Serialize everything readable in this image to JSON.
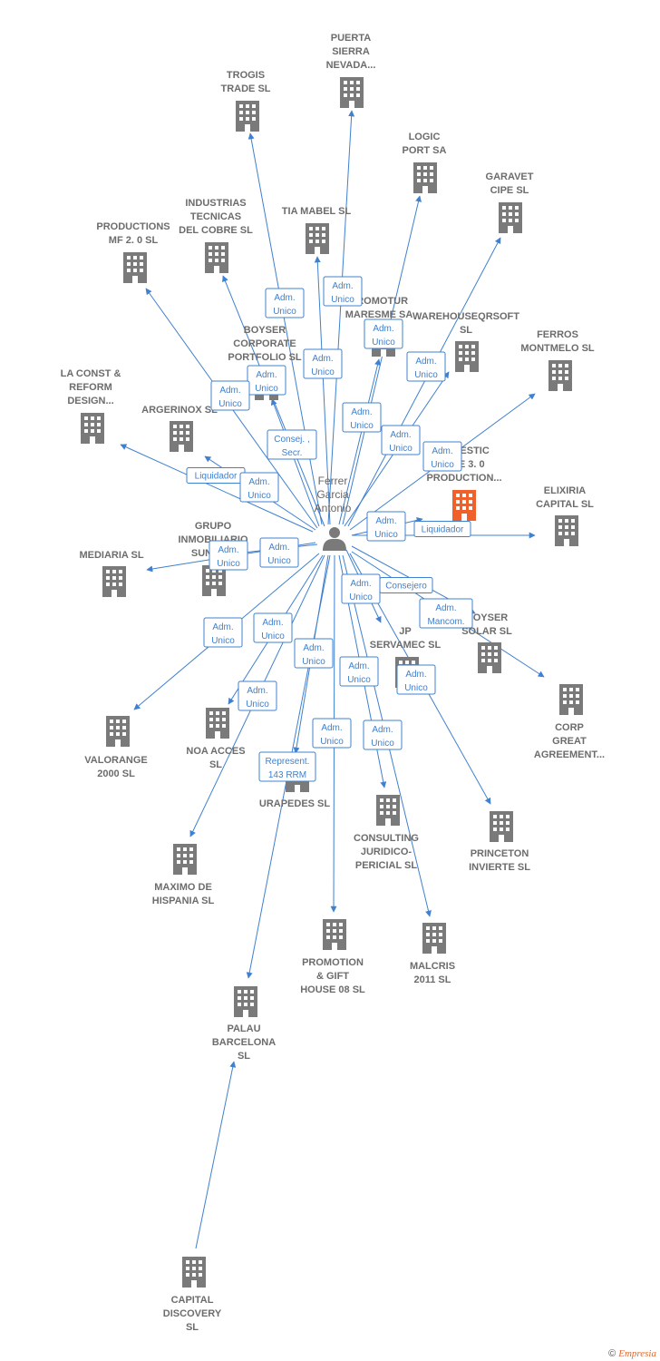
{
  "person": {
    "lines": [
      "Ferrer",
      "Garcia",
      "Antonio"
    ]
  },
  "companies": [
    {
      "id": "puerta",
      "lines": [
        "PUERTA",
        "SIERRA",
        "NEVADA..."
      ]
    },
    {
      "id": "trogis",
      "lines": [
        "TROGIS",
        "TRADE SL"
      ]
    },
    {
      "id": "logic",
      "lines": [
        "LOGIC",
        "PORT SA"
      ]
    },
    {
      "id": "garavet",
      "lines": [
        "GARAVET",
        "CIPE SL"
      ]
    },
    {
      "id": "industrias",
      "lines": [
        "INDUSTRIAS",
        "TECNICAS",
        "DEL COBRE  SL"
      ]
    },
    {
      "id": "tiamabel",
      "lines": [
        "TIA MABEL SL"
      ]
    },
    {
      "id": "productions",
      "lines": [
        "PRODUCTIONS",
        "MF 2. 0  SL"
      ]
    },
    {
      "id": "promotur",
      "lines": [
        "PROMOTUR",
        "MARESME SA"
      ]
    },
    {
      "id": "warehouse",
      "lines": [
        "WAREHOUSEQRSOFT",
        "SL"
      ]
    },
    {
      "id": "boyser_corp",
      "lines": [
        "BOYSER",
        "CORPORATE",
        "PORTFOLIO  SL"
      ]
    },
    {
      "id": "ferros",
      "lines": [
        "FERROS",
        "MONTMELO  SL"
      ]
    },
    {
      "id": "laconst",
      "lines": [
        "LA CONST &",
        "REFORM",
        "DESIGN..."
      ]
    },
    {
      "id": "argerinox",
      "lines": [
        "ARGERINOX SL"
      ]
    },
    {
      "id": "majestic",
      "lines": [
        "MAJESTIC",
        "LIFE 3. 0",
        "PRODUCTION..."
      ]
    },
    {
      "id": "elixiria",
      "lines": [
        "ELIXIRIA",
        "CAPITAL  SL"
      ]
    },
    {
      "id": "grupo",
      "lines": [
        "GRUPO",
        "INMOBILIARIO",
        "SUNGRO"
      ]
    },
    {
      "id": "mediaria",
      "lines": [
        "MEDIARIA SL"
      ]
    },
    {
      "id": "boyser_solar",
      "lines": [
        "BOYSER",
        "SOLAR  SL"
      ]
    },
    {
      "id": "jp",
      "lines": [
        "JP",
        "SERVAMEC  SL"
      ]
    },
    {
      "id": "corp",
      "lines": [
        "CORP",
        "GREAT",
        "AGREEMENT..."
      ]
    },
    {
      "id": "valorange",
      "lines": [
        "VALORANGE",
        "2000  SL"
      ]
    },
    {
      "id": "noa",
      "lines": [
        "NOA ACCES",
        "SL"
      ]
    },
    {
      "id": "urapedes",
      "lines": [
        "URAPEDES SL"
      ]
    },
    {
      "id": "consulting",
      "lines": [
        "CONSULTING",
        "JURIDICO-",
        "PERICIAL  SL"
      ]
    },
    {
      "id": "princeton",
      "lines": [
        "PRINCETON",
        "INVIERTE SL"
      ]
    },
    {
      "id": "maximo",
      "lines": [
        "MAXIMO DE",
        "HISPANIA  SL"
      ]
    },
    {
      "id": "promotion",
      "lines": [
        "PROMOTION",
        "& GIFT",
        "HOUSE 08 SL"
      ]
    },
    {
      "id": "malcris",
      "lines": [
        "MALCRIS",
        "2011 SL"
      ]
    },
    {
      "id": "palau",
      "lines": [
        "PALAU",
        "BARCELONA",
        "SL"
      ]
    },
    {
      "id": "capital",
      "lines": [
        "CAPITAL",
        "DISCOVERY",
        "SL"
      ]
    }
  ],
  "relations": [
    {
      "lines": [
        "Adm.",
        "Unico"
      ]
    },
    {
      "lines": [
        "Adm.",
        "Unico"
      ]
    },
    {
      "lines": [
        "Adm.",
        "Unico"
      ]
    },
    {
      "lines": [
        "Adm.",
        "Unico"
      ]
    },
    {
      "lines": [
        "Adm.",
        "Unico"
      ]
    },
    {
      "lines": [
        "Adm.",
        "Unico"
      ]
    },
    {
      "lines": [
        "Adm.",
        "Unico"
      ]
    },
    {
      "lines": [
        "Consej. ,",
        "Secr."
      ]
    },
    {
      "lines": [
        "Adm.",
        "Unico"
      ]
    },
    {
      "lines": [
        "Adm.",
        "Unico"
      ]
    },
    {
      "lines": [
        "Adm.",
        "Unico"
      ]
    },
    {
      "lines": [
        "Liquidador"
      ]
    },
    {
      "lines": [
        "Adm.",
        "Unico"
      ]
    },
    {
      "lines": [
        "Adm.",
        "Unico"
      ]
    },
    {
      "lines": [
        "Liquidador"
      ]
    },
    {
      "lines": [
        "Adm.",
        "Unico"
      ]
    },
    {
      "lines": [
        "Adm.",
        "Unico"
      ]
    },
    {
      "lines": [
        "Consejero"
      ]
    },
    {
      "lines": [
        "Adm.",
        "Mancom."
      ]
    },
    {
      "lines": [
        "Adm.",
        "Unico"
      ]
    },
    {
      "lines": [
        "Adm.",
        "Unico"
      ]
    },
    {
      "lines": [
        "Adm.",
        "Unico"
      ]
    },
    {
      "lines": [
        "Adm.",
        "Unico"
      ]
    },
    {
      "lines": [
        "Adm.",
        "Unico"
      ]
    },
    {
      "lines": [
        "Adm.",
        "Unico"
      ]
    },
    {
      "lines": [
        "Adm.",
        "Unico"
      ]
    },
    {
      "lines": [
        "Adm.",
        "Unico"
      ]
    },
    {
      "lines": [
        "Represent.",
        "143 RRM"
      ]
    },
    {
      "lines": [
        "Adm.",
        "Unico"
      ]
    }
  ],
  "colors": {
    "edge": "#3f80cf",
    "building": "#7a7a7a",
    "building_highlight": "#f0602a",
    "person": "#7a7a7a"
  },
  "footer": {
    "copyright": "©",
    "brand": "Empresia"
  }
}
